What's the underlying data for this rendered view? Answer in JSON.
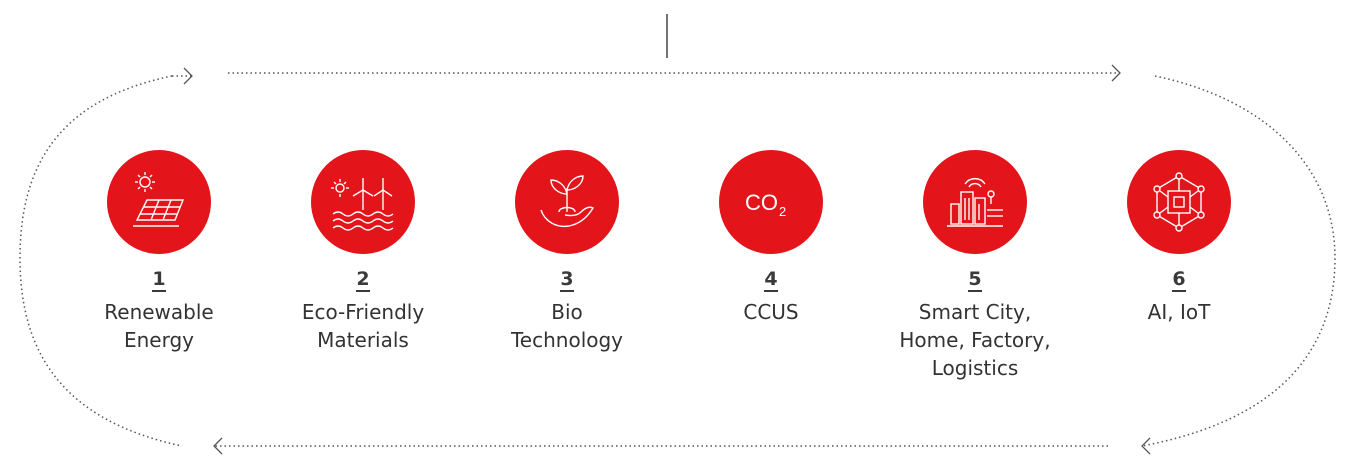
{
  "colors": {
    "accent": "#e4141b",
    "icon_line": "#ffffff",
    "text": "#333333",
    "connector": "#555555"
  },
  "items": [
    {
      "number": "1",
      "label": "Renewable\nEnergy",
      "icon": "solar-panel-icon"
    },
    {
      "number": "2",
      "label": "Eco-Friendly\nMaterials",
      "icon": "wind-turbine-icon"
    },
    {
      "number": "3",
      "label": "Bio\nTechnology",
      "icon": "sprout-hand-icon"
    },
    {
      "number": "4",
      "label": "CCUS",
      "icon": "co2-icon",
      "icon_text": "CO",
      "icon_subscript": "2"
    },
    {
      "number": "5",
      "label": "Smart City,\nHome, Factory,\nLogistics",
      "icon": "smart-city-icon"
    },
    {
      "number": "6",
      "label": "AI, IoT",
      "icon": "network-chip-icon"
    }
  ]
}
